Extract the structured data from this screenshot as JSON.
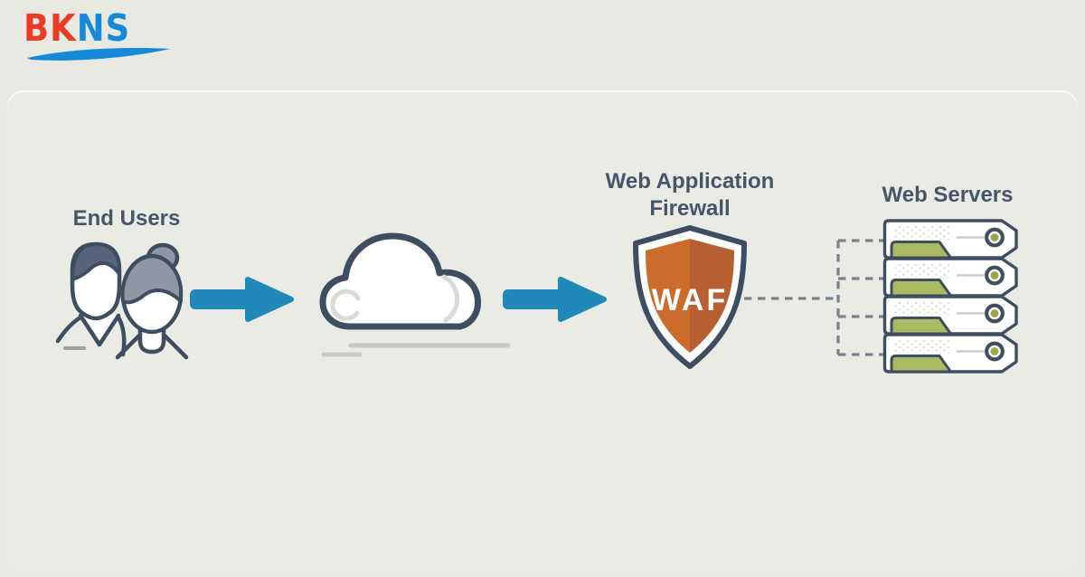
{
  "logo": {
    "part1": "BK",
    "part2": "NS"
  },
  "diagram": {
    "end_users": {
      "label": "End Users"
    },
    "waf": {
      "label": "Web Application Firewall",
      "badge": "WAF"
    },
    "web_servers": {
      "label": "Web Servers",
      "count": 4
    }
  },
  "colors": {
    "background_page": "#e7e9e2",
    "background_panel": "#e9ebe4",
    "outline_slate": "#3e4d60",
    "label_text": "#475569",
    "arrow_blue": "#2089ba",
    "shield_orange_left": "#cd6a2d",
    "shield_orange_right": "#b65f31",
    "server_green": "#a9ba62",
    "indicator_green": "#9aa93f",
    "dash_gray": "#78828e",
    "speedline_gray": "#c7c9c2",
    "logo_red": "#ea3b24",
    "logo_blue": "#1689d9",
    "hair_dark": "#56657b",
    "hair_light": "#8e98a4"
  }
}
